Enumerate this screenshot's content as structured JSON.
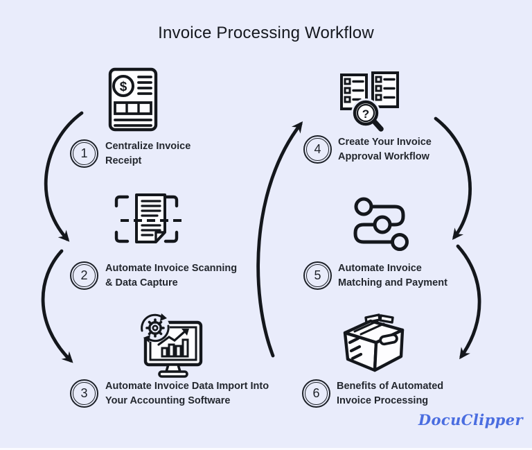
{
  "page": {
    "title": "Invoice Processing Workflow",
    "background_color": "#e9ecfb",
    "ink_color": "#14171c",
    "icon_fill_color": "#fdfdff"
  },
  "steps": [
    {
      "number": "1",
      "icon": "invoice-document-icon",
      "lines": [
        "Centralize Invoice",
        "Receipt"
      ]
    },
    {
      "number": "2",
      "icon": "scan-capture-icon",
      "lines": [
        "Automate Invoice Scanning",
        "& Data Capture"
      ]
    },
    {
      "number": "3",
      "icon": "accounting-import-icon",
      "lines": [
        "Automate Invoice Data Import Into",
        "Your Accounting Software"
      ]
    },
    {
      "number": "4",
      "icon": "approval-workflow-icon",
      "lines": [
        "Create Your Invoice",
        "Approval Workflow"
      ]
    },
    {
      "number": "5",
      "icon": "matching-payment-icon",
      "lines": [
        "Automate Invoice",
        "Matching and Payment"
      ]
    },
    {
      "number": "6",
      "icon": "archive-box-icon",
      "lines": [
        "Benefits of Automated",
        "Invoice Processing"
      ]
    }
  ],
  "logo": {
    "text": "DocuClipper",
    "color": "#4a6de0"
  }
}
